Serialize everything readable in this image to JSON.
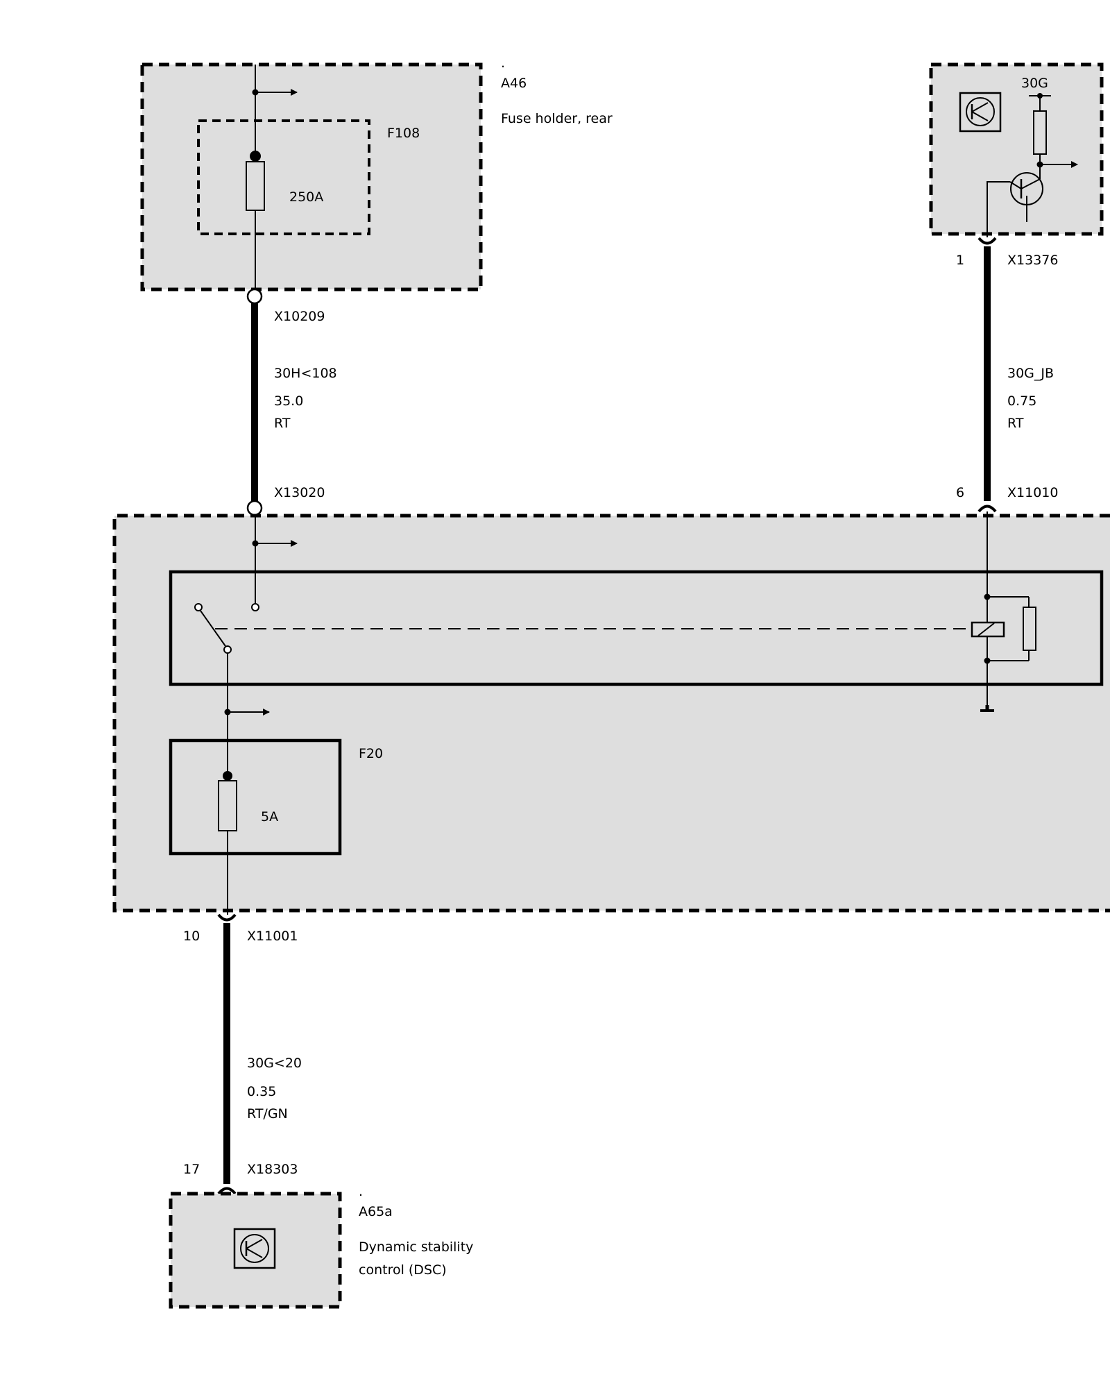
{
  "colors": {
    "module_fill": "#dedede",
    "line": "#000000",
    "background": "#ffffff"
  },
  "components": {
    "a46": {
      "dot": ".",
      "id": "A46",
      "description": "Fuse holder, rear",
      "fuse_id": "F108",
      "fuse_rating": "250A"
    },
    "power_supply": {
      "terminal": "30G",
      "icon": "control-unit-transistor-icon"
    },
    "junction_box": {
      "fuse_id": "F20",
      "fuse_rating": "5A",
      "relay_icon": "relay-coil-icon",
      "switch_icon": "relay-switch-icon"
    },
    "a65a": {
      "dot": ".",
      "id": "A65a",
      "description_line1": "Dynamic stability",
      "description_line2": "control (DSC)",
      "icon": "control-unit-transistor-icon"
    }
  },
  "connectors": {
    "x10209": {
      "id": "X10209"
    },
    "x13020": {
      "id": "X13020"
    },
    "x13376": {
      "id": "X13376",
      "pin": "1"
    },
    "x11010": {
      "id": "X11010",
      "pin": "6"
    },
    "x11001": {
      "id": "X11001",
      "pin": "10"
    },
    "x18303": {
      "id": "X18303",
      "pin": "17"
    }
  },
  "wires": {
    "left_upper": {
      "signal": "30H<108",
      "gauge": "35.0",
      "color": "RT"
    },
    "right_upper": {
      "signal": "30G_JB",
      "gauge": "0.75",
      "color": "RT"
    },
    "bottom": {
      "signal": "30G<20",
      "gauge": "0.35",
      "color": "RT/GN"
    }
  }
}
